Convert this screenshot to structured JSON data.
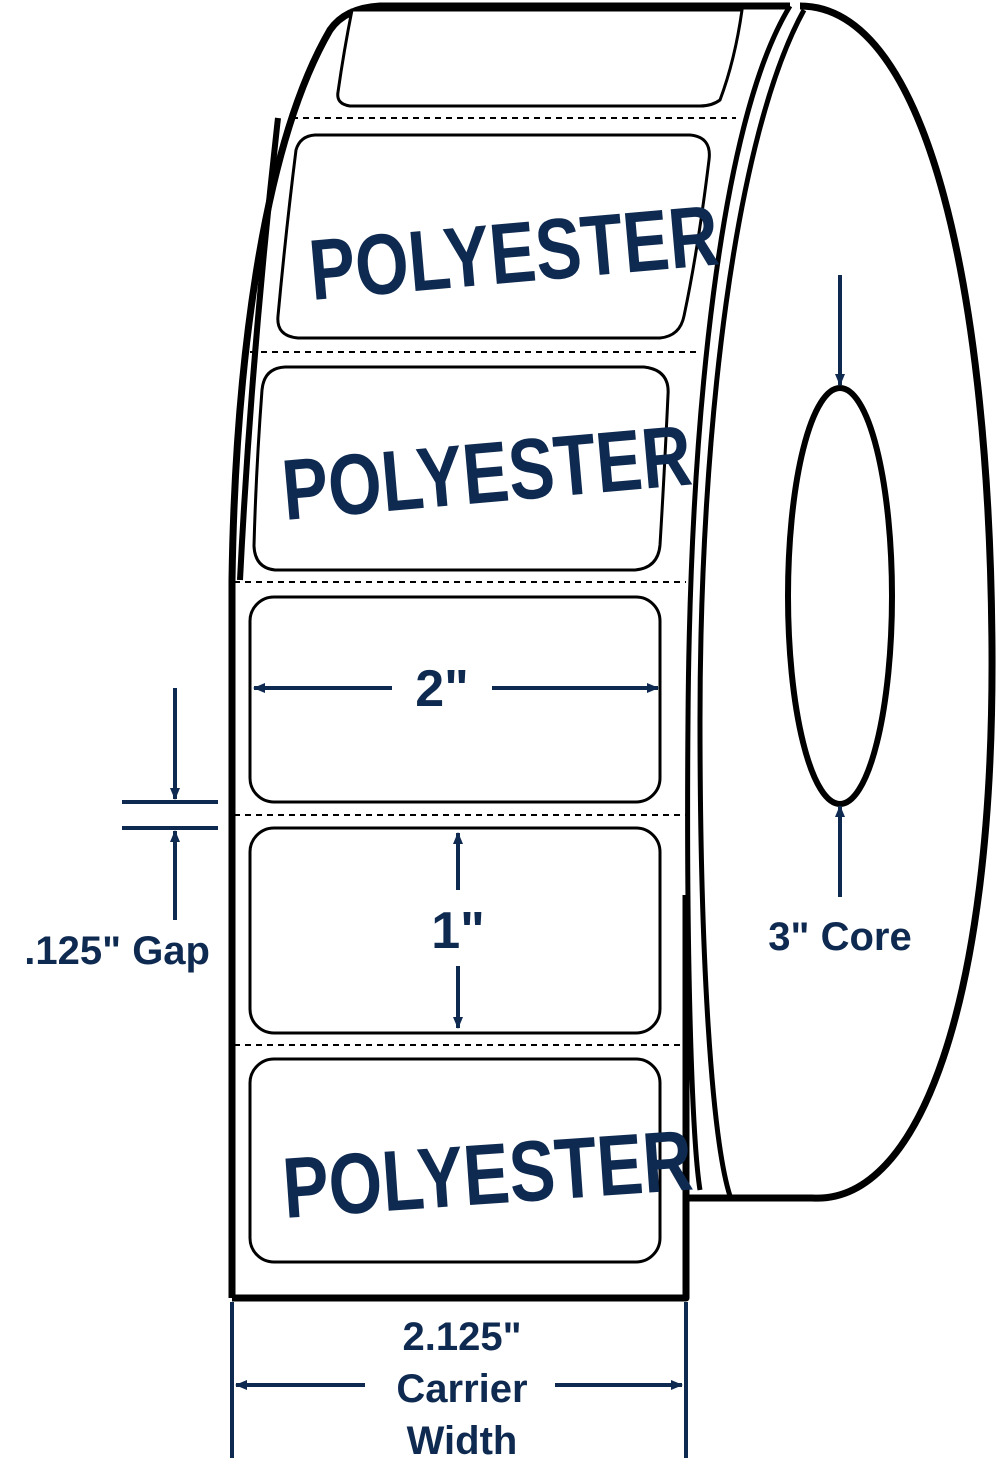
{
  "colors": {
    "outline": "#000000",
    "navy": "#0f2a50",
    "label_bg": "#ffffff"
  },
  "labels": {
    "material_text": "POLYESTER",
    "label_width": "2\"",
    "label_height": "1\"",
    "gap": ".125\" Gap",
    "core": "3\" Core",
    "carrier_line1": "2.125\"",
    "carrier_line2": "Carrier",
    "carrier_line3": "Width"
  },
  "icons": [
    "arrow-left-icon",
    "arrow-right-icon",
    "arrow-up-icon",
    "arrow-down-icon"
  ]
}
